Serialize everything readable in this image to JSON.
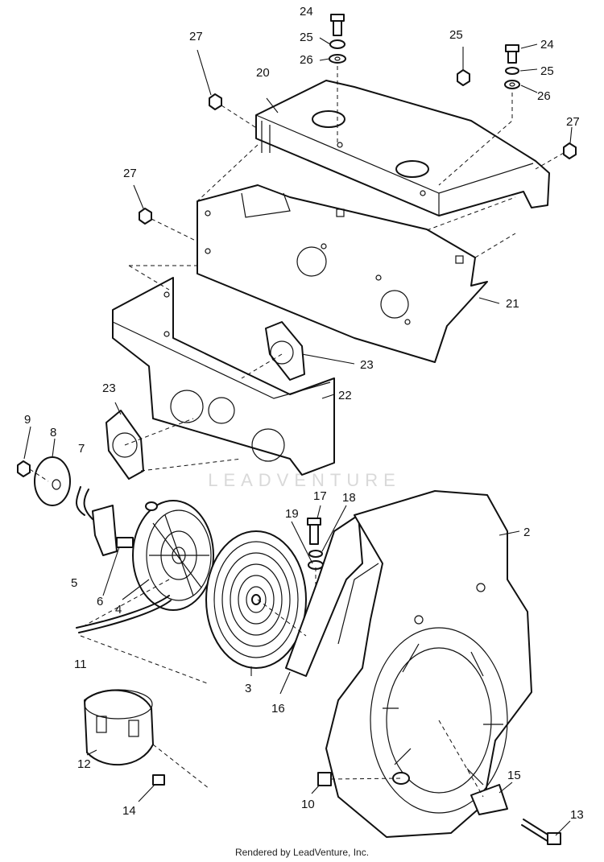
{
  "diagram": {
    "watermark": "LEADVENTURE",
    "footer": "Rendered by LeadVenture, Inc.",
    "callouts": [
      "24",
      "25",
      "26",
      "27",
      "25",
      "24",
      "25",
      "26",
      "20",
      "27",
      "27",
      "21",
      "23",
      "23",
      "22",
      "9",
      "8",
      "7",
      "17",
      "18",
      "19",
      "2",
      "5",
      "6",
      "4",
      "3",
      "16",
      "11",
      "12",
      "14",
      "10",
      "15",
      "13"
    ]
  }
}
